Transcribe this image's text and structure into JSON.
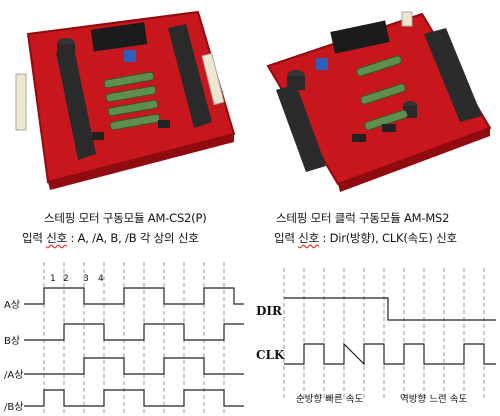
{
  "left": {
    "title": "스테핑 모터 구동모듈 AM-CS2(P)",
    "input_prefix": "입력",
    "input_signal_word": "신호",
    "input_rest": " : A, /A, B, /B 각 상의 신호",
    "timing": {
      "phase_labels": [
        "A상",
        "B상",
        "/A상",
        "/B상"
      ],
      "step_numbers": [
        "1",
        "2",
        "3",
        "4"
      ]
    }
  },
  "right": {
    "title": "스테핑 모터 클럭 구동모듈 AM-MS2",
    "input_prefix": "입력",
    "input_signal_word": "신호",
    "input_rest": " : Dir(방향), CLK(속도) 신호",
    "timing": {
      "dir_label": "DIR",
      "clk_label": "CLK",
      "note_forward": "순방향 빠른 속도",
      "note_reverse": "역방향 느린 속도"
    }
  },
  "colors": {
    "pcb_red": "#c8161d",
    "pcb_dark": "#8e0b10",
    "resistor": "#5e8f4e",
    "dashed": "#9a9a9a"
  }
}
